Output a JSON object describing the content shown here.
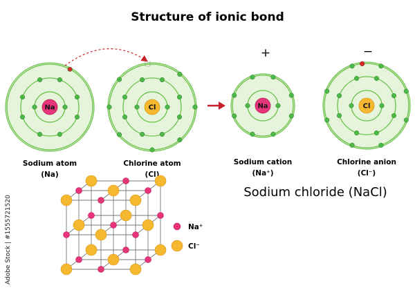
{
  "title": "Structure of ionic bond",
  "colors": {
    "shell_fill": "#d9efc9",
    "shell_fill_outer": "#e6f4dc",
    "shell_ring": "#6cc24a",
    "electron": "#4cb848",
    "transferred_electron": "#d42a2a",
    "arrow": "#c8202a",
    "na_nucleus": "#e8347a",
    "cl_nucleus": "#f5b82e"
  },
  "atoms": [
    {
      "symbol": "Na",
      "label": "Sodium atom",
      "sublabel": "(Na)",
      "nucleus": "na"
    },
    {
      "symbol": "Cl",
      "label": "Chlorine atom",
      "sublabel": "(Cl)",
      "nucleus": "cl"
    },
    {
      "symbol": "Na",
      "label": "Sodium cation",
      "sublabel": "(Na⁺)",
      "nucleus": "na",
      "charge": "+"
    },
    {
      "symbol": "Cl",
      "label": "Chlorine anion",
      "sublabel": "(Cl⁻)",
      "nucleus": "cl",
      "charge": "−"
    }
  ],
  "compound_label": "Sodium chloride (NaCl)",
  "legend": [
    {
      "icon": "na-ion",
      "label": "Na⁺"
    },
    {
      "icon": "cl-ion",
      "label": "Cl⁻"
    }
  ],
  "credit": "Adobe Stock | #1555721520"
}
